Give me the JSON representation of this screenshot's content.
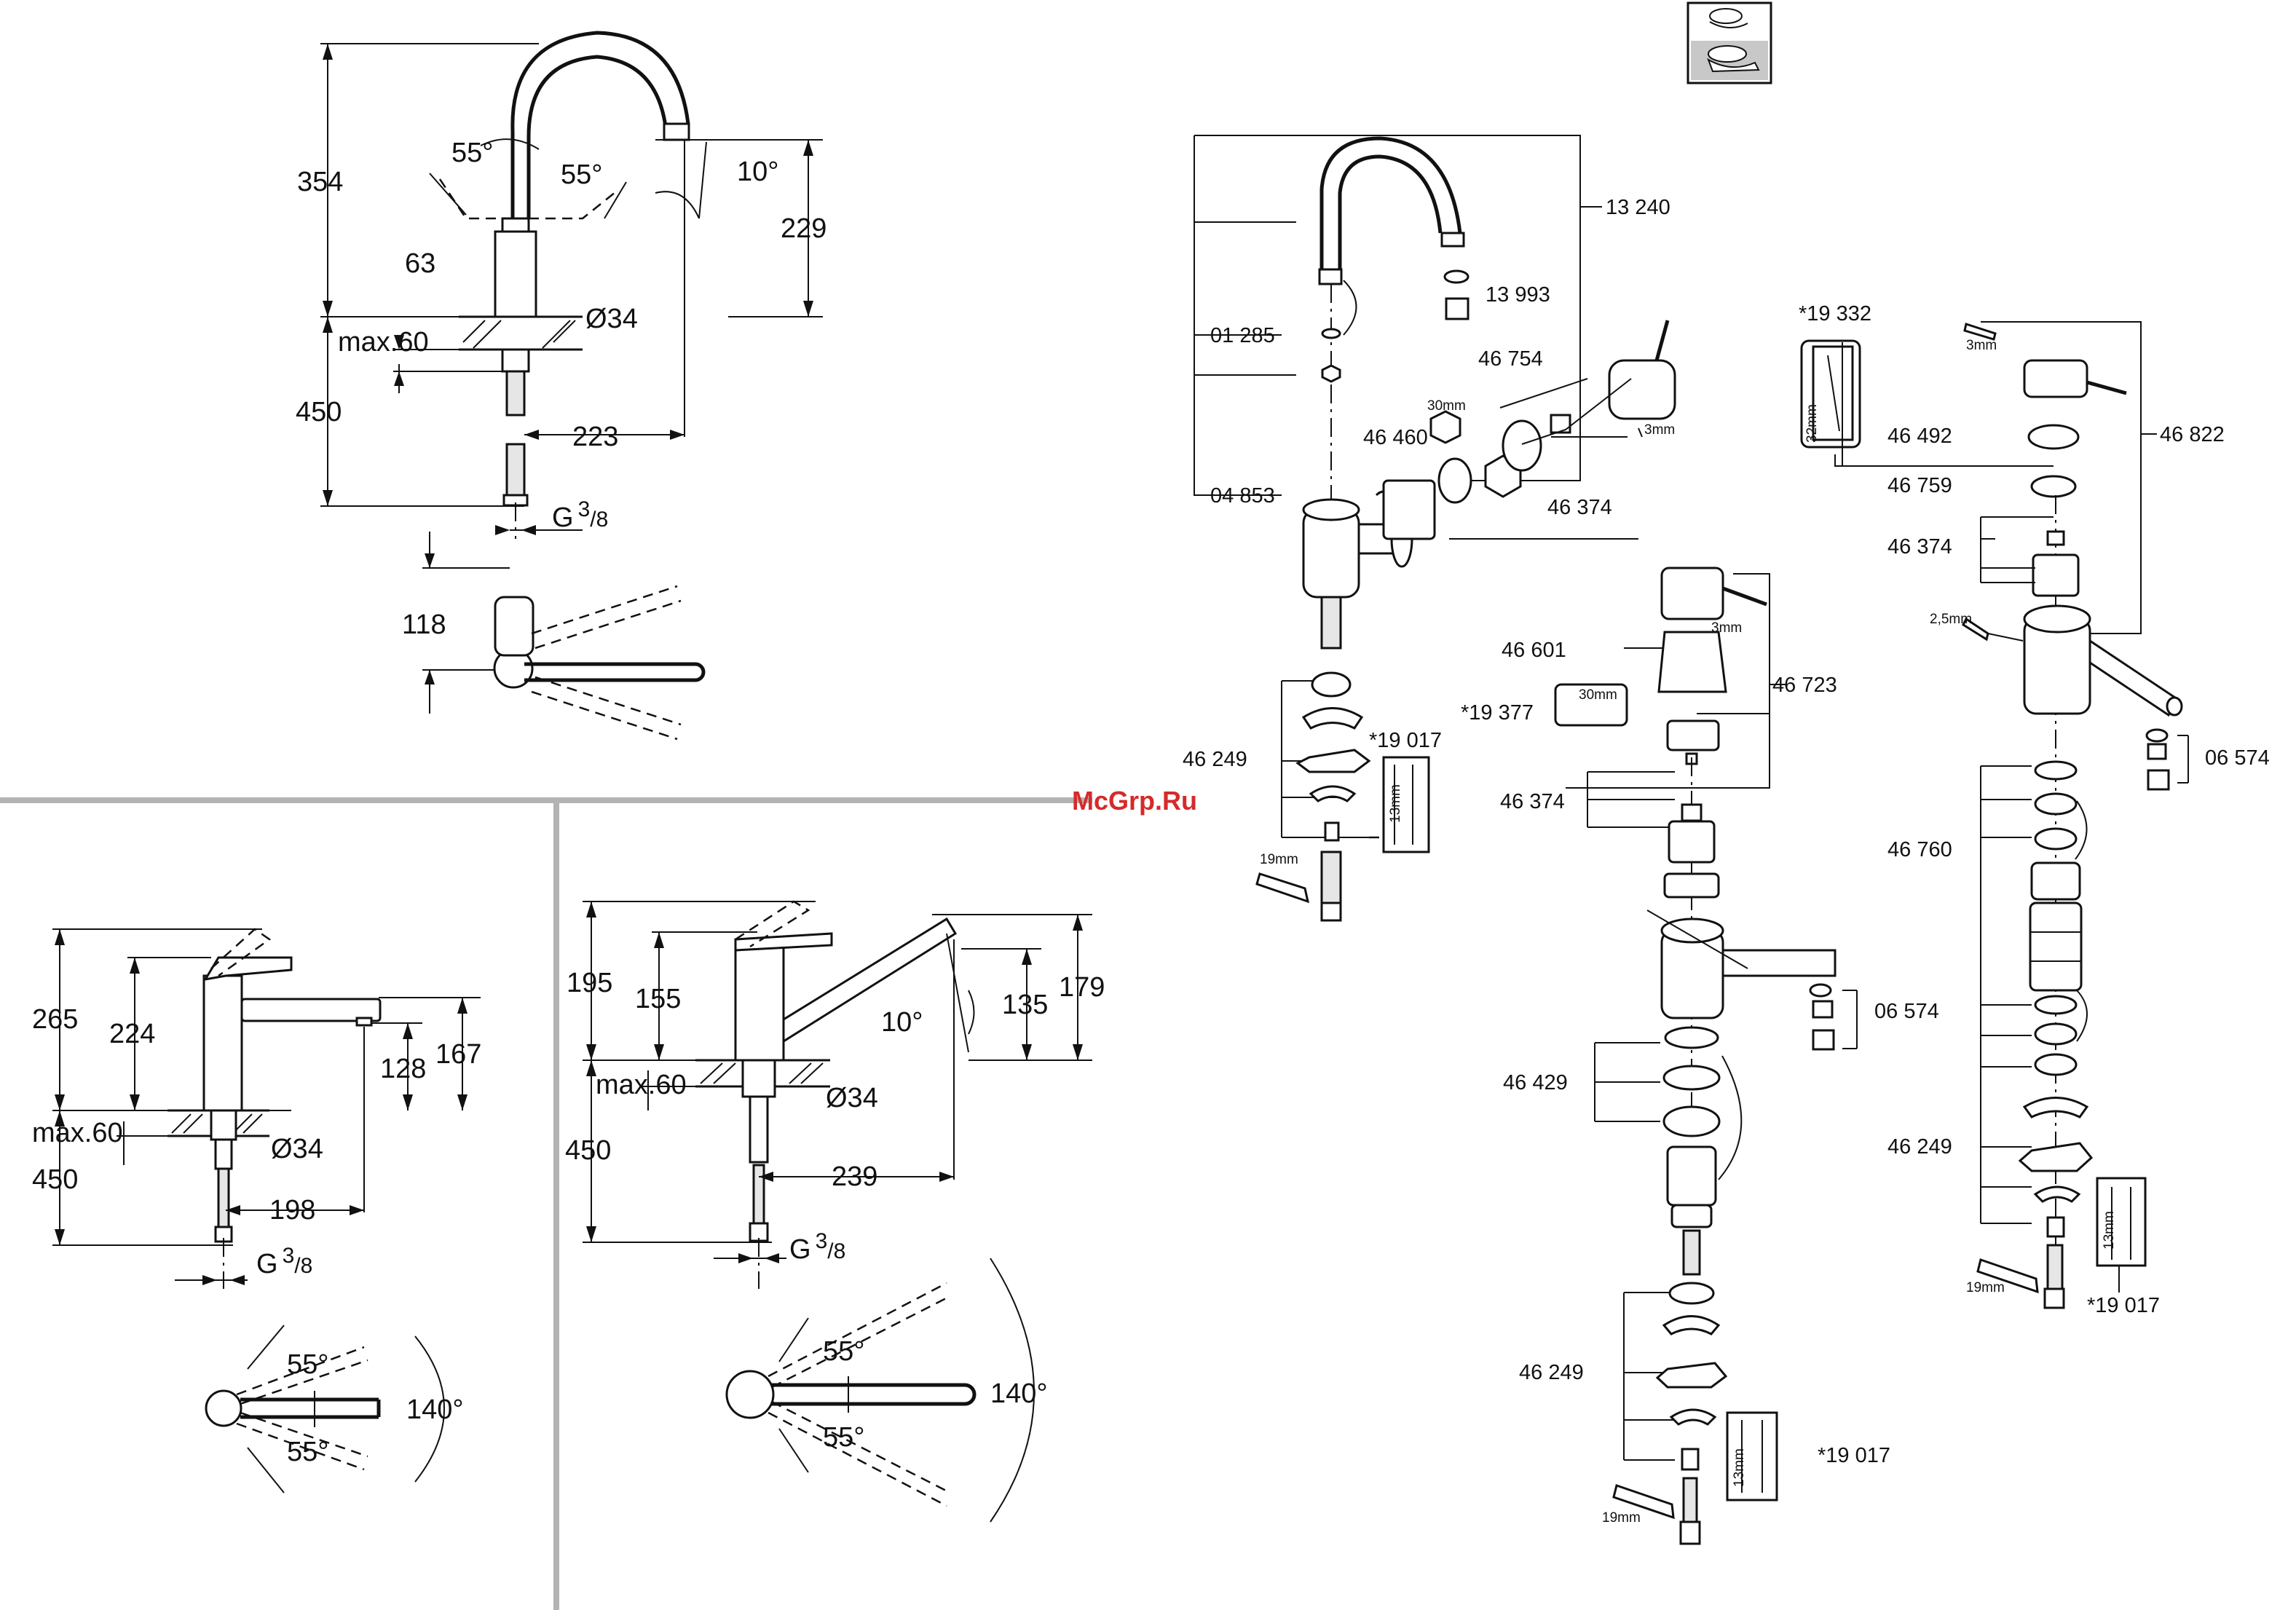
{
  "watermark": "McGrp.Ru",
  "colors": {
    "ink": "#111111",
    "separator": "#b3b3b3",
    "watermark": "#d62a2a"
  },
  "dimensions": {
    "tall_spout": {
      "height_total": "354",
      "angle_left": "55°",
      "angle_right": "55°",
      "spout_angle": "10°",
      "spout_height": "229",
      "lever_offset": "63",
      "deck_max": "max.60",
      "hole_dia": "Ø34",
      "hose_length": "450",
      "reach": "223",
      "thread": "G",
      "thread_num": "3",
      "thread_den": "/8",
      "top_depth": "118"
    },
    "low_spout": {
      "height_total": "265",
      "lever_height": "224",
      "spout_height": "167",
      "outlet_height": "128",
      "deck_max": "max.60",
      "hole_dia": "Ø34",
      "hose_length": "450",
      "reach": "198",
      "thread": "G",
      "thread_num": "3",
      "thread_den": "/8",
      "angle_up": "55°",
      "angle_down": "55°",
      "swivel": "140°"
    },
    "mid_spout": {
      "height_total": "195",
      "lever_height": "155",
      "spout_height": "179",
      "outlet_height": "135",
      "spout_angle": "10°",
      "deck_max": "max.60",
      "hole_dia": "Ø34",
      "hose_length": "450",
      "reach": "239",
      "thread": "G",
      "thread_num": "3",
      "thread_den": "/8",
      "angle_up": "55°",
      "angle_down": "55°",
      "swivel": "140°"
    }
  },
  "parts": {
    "exploded_a": {
      "p13240": "13 240",
      "p13993": "13 993",
      "p01285": "01 285",
      "p46754": "46 754",
      "p30mm": "30mm",
      "p46460": "46 460",
      "p3mm": "3mm",
      "p04853": "04 853",
      "p46374": "46 374",
      "p46249": "46 249",
      "p19017": "*19 017",
      "p13mm": "13mm",
      "p19mm": "19mm"
    },
    "exploded_b": {
      "p46601": "46 601",
      "p46723": "46 723",
      "p3mm": "3mm",
      "p19377": "*19 377",
      "p30mm": "30mm",
      "p46374": "46 374",
      "p06574": "06 574",
      "p46429": "46 429",
      "p46249": "46 249",
      "p19017": "*19 017",
      "p13mm": "13mm",
      "p19mm": "19mm"
    },
    "exploded_c": {
      "p19332": "*19 332",
      "p32mm": "32mm",
      "p3mm": "3mm",
      "p46492": "46 492",
      "p46822": "46 822",
      "p46759": "46 759",
      "p46374": "46 374",
      "p25mm": "2,5mm",
      "p06574": "06 574",
      "p46760": "46 760",
      "p46249": "46 249",
      "p13mm": "13mm",
      "p19017": "*19 017",
      "p19mm": "19mm"
    }
  }
}
